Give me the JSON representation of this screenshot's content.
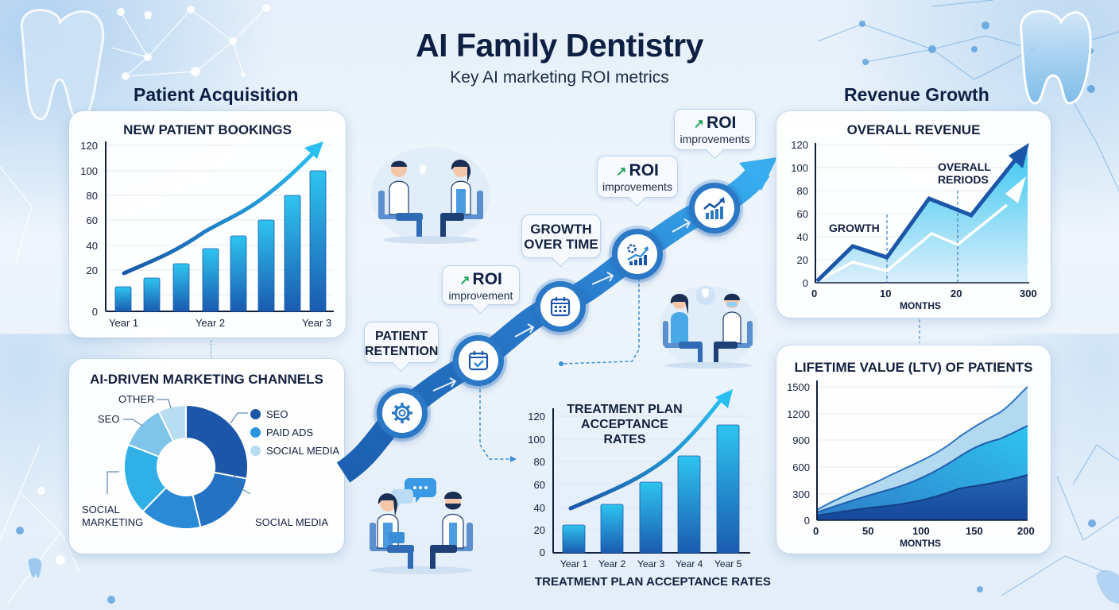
{
  "header": {
    "title": "AI Family Dentistry",
    "subtitle": "Key AI marketing ROI metrics"
  },
  "sections": {
    "left": "Patient Acquisition",
    "right": "Revenue Growth"
  },
  "journey": {
    "bubbles": [
      {
        "id": "patient-retention",
        "line1": "PATIENT",
        "line2": "RETENTION"
      },
      {
        "id": "roi-improvement",
        "big": "ROI",
        "small": "improvement",
        "icon": "trend-up-icon"
      },
      {
        "id": "growth-over-time",
        "line1": "GROWTH",
        "line2": "OVER TIME"
      },
      {
        "id": "roi-improvements-1",
        "big": "ROI",
        "small": "improvements",
        "icon": "trend-up-icon"
      },
      {
        "id": "roi-improvements-2",
        "big": "ROI",
        "small": "improvements",
        "icon": "trend-up-icon"
      }
    ],
    "nodes": [
      "gear-icon",
      "calendar-check-icon",
      "calendar-icon",
      "gear-chart-icon",
      "bar-chart-up-icon"
    ],
    "accent": "#2a78c6"
  },
  "colors": {
    "navy": "#0e1f44",
    "bar_top": "#2ec4ef",
    "bar_bottom": "#1a5bb0",
    "dark_blue": "#1b56a8",
    "light_blue": "#7fc5ea",
    "pale_blue": "#b8dcf2",
    "green_trend": "#22a35a"
  },
  "chart_data": [
    {
      "id": "new-patient-bookings",
      "type": "bar",
      "title": "NEW PATIENT BOOKINGS",
      "categories": [
        "Year 1",
        "",
        "",
        "Year 2",
        "",
        "",
        "",
        "Year 3"
      ],
      "x_tick_labels": [
        "Year 1",
        "Year 2",
        "Year 3"
      ],
      "values": [
        10,
        14,
        22,
        34,
        42,
        54,
        71,
        89
      ],
      "trend_line": [
        18,
        27,
        37,
        51,
        60,
        76,
        96,
        122
      ],
      "y_ticks": [
        0,
        20,
        40,
        60,
        80,
        100,
        120
      ],
      "ylim": [
        0,
        120
      ],
      "xlabel": "",
      "ylabel": "",
      "grid": true
    },
    {
      "id": "ai-driven-marketing-channels",
      "type": "pie",
      "title": "AI-DRIVEN MARKETING CHANNELS",
      "donut": true,
      "slices": [
        {
          "label": "SEO",
          "value": 30,
          "color": "#1b56a8"
        },
        {
          "label": "SOCIAL MEDIA",
          "value": 18,
          "color": "#2472c3"
        },
        {
          "label": "",
          "value": 16,
          "color": "#2b8ad6"
        },
        {
          "label": "SOCIAL MARKETING",
          "value": 18,
          "color": "#2fb0e6"
        },
        {
          "label": "SEO",
          "value": 11,
          "color": "#7fc5ea"
        },
        {
          "label": "OTHER",
          "value": 7,
          "color": "#b8dcf2"
        }
      ],
      "legend": [
        {
          "label": "SEO",
          "color": "#1b56a8"
        },
        {
          "label": "PAID ADS",
          "color": "#2b96dc"
        },
        {
          "label": "SOCIAL MEDIA",
          "color": "#b8dcf2"
        }
      ],
      "callouts": [
        "OTHER",
        "SEO",
        "SOCIAL MARKETING",
        "SOCIAL MEDIA"
      ]
    },
    {
      "id": "treatment-plan-acceptance-rates",
      "type": "bar",
      "title": "TREATMENT PLAN ACCEPTANCE RATES",
      "xlabel": "TREATMENT PLAN ACCEPTANCE RATES",
      "categories": [
        "Year 1",
        "Year 2",
        "Year 3",
        "Year 4",
        "Year 5"
      ],
      "values": [
        25,
        42,
        62,
        85,
        112
      ],
      "trend_line": [
        40,
        56,
        76,
        100,
        132
      ],
      "y_ticks": [
        0,
        20,
        40,
        60,
        80,
        100,
        120
      ],
      "ylim": [
        0,
        120
      ],
      "grid": true
    },
    {
      "id": "overall-revenue",
      "type": "area",
      "title": "OVERALL REVENUE",
      "xlabel": "MONTHS",
      "x_ticks": [
        "0",
        "10",
        "20",
        "300"
      ],
      "y_ticks": [
        0,
        20,
        40,
        60,
        80,
        100,
        120
      ],
      "ylim": [
        0,
        120
      ],
      "annotations": [
        "GROWTH",
        "OVERALL RERIODS"
      ],
      "series": [
        {
          "name": "upper",
          "x": [
            0,
            5,
            10,
            16,
            22,
            30
          ],
          "values": [
            0,
            32,
            23,
            73,
            60,
            120
          ]
        },
        {
          "name": "lower",
          "x": [
            0,
            5,
            10,
            16,
            20,
            30
          ],
          "values": [
            0,
            18,
            10,
            43,
            35,
            95
          ]
        }
      ],
      "vertical_markers": [
        10,
        20
      ],
      "grid": true
    },
    {
      "id": "lifetime-value-ltv",
      "type": "area",
      "title": "LIFETIME VALUE (LTV) OF PATIENTS",
      "xlabel": "MONTHS",
      "x": [
        0,
        50,
        100,
        150,
        200
      ],
      "x_ticks": [
        "0",
        "50",
        "100",
        "150",
        "200"
      ],
      "y_ticks": [
        0,
        300,
        600,
        900,
        1200,
        1500
      ],
      "ylim": [
        0,
        1500
      ],
      "series": [
        {
          "name": "top",
          "values": [
            110,
            350,
            600,
            1050,
            1500
          ]
        },
        {
          "name": "middle",
          "values": [
            90,
            270,
            430,
            760,
            1050
          ]
        },
        {
          "name": "bottom",
          "values": [
            50,
            140,
            210,
            380,
            510
          ]
        }
      ],
      "grid": true
    }
  ]
}
